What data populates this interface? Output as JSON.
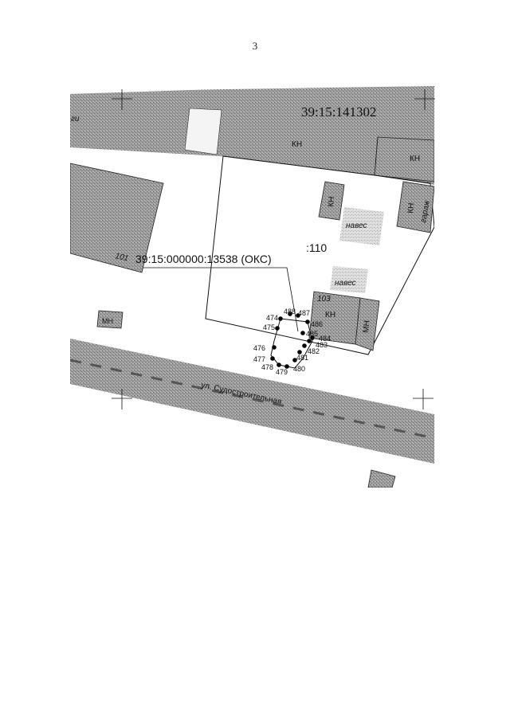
{
  "page": {
    "number": "3"
  },
  "map": {
    "quarter_number": "39:15:141302",
    "parcel_label": ":110",
    "object_label": "39:15:000000:13538 (ОКС)",
    "street_name": "ул. Судостроительная",
    "buildings": {
      "kn_top_row": "КН",
      "kn_top_right": "КН",
      "kn_small": "КН",
      "kn_main": "КН",
      "kn_right_side": "КН",
      "garage": "гараж",
      "canopy_upper": "навес",
      "canopy_lower": "навес",
      "mn_main": "МН",
      "mn_left": "МН",
      "number_101": "101",
      "number_103": "103",
      "top_left_fragment": "ги"
    },
    "points": [
      "474",
      "475",
      "476",
      "477",
      "478",
      "479",
      "480",
      "481",
      "482",
      "483",
      "484",
      "485",
      "486",
      "487",
      "488"
    ]
  },
  "colors": {
    "ink": "#111111",
    "stipple_dark": "#8a8a8a",
    "stipple_light": "#cfcfcf",
    "paper": "#ffffff"
  }
}
